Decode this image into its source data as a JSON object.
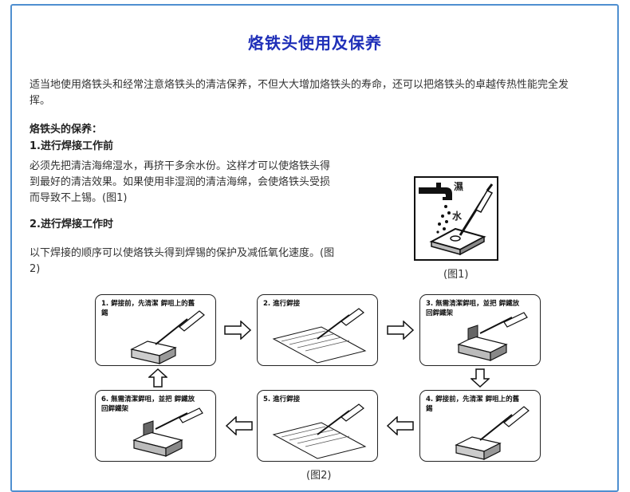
{
  "article": {
    "title": "烙铁头使用及保养",
    "intro": "适当地使用烙铁头和经常注意烙铁头的清洁保养，不但大大增加烙铁头的寿命，还可以把烙铁头的卓越传热性能完全发挥。",
    "care_heading": "烙铁头的保养：",
    "step1_heading": "1.进行焊接工作前",
    "step1_text": "必须先把清洁海绵湿水，再挤干多余水份。这样才可以使烙铁头得到最好的清洁效果。如果使用非湿润的清洁海绵，会使烙铁头受损而导致不上锡。(图1)",
    "step2_heading": "2.进行焊接工作时",
    "step2_text": "以下焊接的顺序可以使烙铁头得到焊锡的保护及减低氧化速度。(图2)"
  },
  "figure1": {
    "label_wet": "濕",
    "label_water": "水",
    "caption": "(图1)"
  },
  "figure2": {
    "caption": "(图2)",
    "steps": [
      {
        "label": "1. 銲接前，先清潔 銲咀上的舊錫"
      },
      {
        "label": "2. 進行銲接"
      },
      {
        "label": "3. 無需清潔銲咀，並把 銲鐵放回銲鐵架"
      },
      {
        "label": "4. 銲接前，先清潔 銲咀上的舊錫"
      },
      {
        "label": "5. 進行銲接"
      },
      {
        "label": "6. 無需清潔銲咀，並把 銲鐵放回銲鐵架"
      }
    ]
  }
}
